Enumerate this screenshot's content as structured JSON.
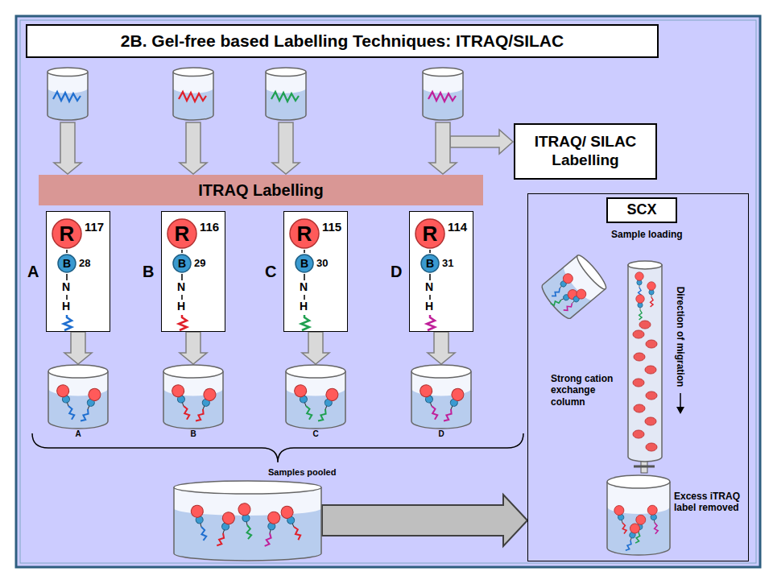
{
  "diagram": {
    "title": "2B. Gel-free based Labelling Techniques: ITRAQ/SILAC",
    "nodes": [
      {
        "text": [
          "ITRAQ/ SILAC Labelling"
        ]
      },
      {
        "text": [
          "ITRAQ Labelling"
        ]
      },
      {
        "text": [
          "SCX"
        ]
      },
      {
        "text": [
          "A"
        ]
      },
      {
        "text": [
          "R"
        ],
        "in": 3
      },
      {
        "text": [
          "B"
        ],
        "in": 3
      },
      {
        "text": [
          "B"
        ]
      },
      {
        "text": [
          "R"
        ],
        "in": 6
      },
      {
        "text": [
          "B"
        ],
        "in": 6
      },
      {
        "text": [
          "C"
        ]
      },
      {
        "text": [
          "R"
        ],
        "in": 9
      },
      {
        "text": [
          "B"
        ],
        "in": 9
      },
      {
        "text": [
          "D"
        ]
      },
      {
        "text": [
          "R"
        ],
        "in": 12
      },
      {
        "text": [
          "B"
        ],
        "in": 12
      },
      {
        "text": [
          "A"
        ]
      },
      {
        "text": [
          "B"
        ]
      },
      {
        "text": [
          "C"
        ]
      },
      {
        "text": [
          "D"
        ]
      },
      {
        "text": [
          "Samples pooled"
        ]
      },
      {
        "text": [
          "Sample loading"
        ],
        "in": 2
      },
      {
        "text": [
          "Strong cation exchange column"
        ],
        "in": 2
      },
      {
        "text": [
          "Excess iTRAQ label removed"
        ],
        "in": 2
      }
    ],
    "edges": [
      {
        "from": 3,
        "to": 15,
        "arrow": "to"
      },
      {
        "from": 6,
        "to": 16,
        "arrow": "to"
      },
      {
        "from": 9,
        "to": 17,
        "arrow": "to"
      },
      {
        "from": 12,
        "to": 18,
        "arrow": "to"
      },
      {
        "from": 19,
        "to": 2,
        "arrow": "to"
      }
    ],
    "labels": [
      "117",
      "28",
      "N",
      "H",
      "116",
      "29",
      "N",
      "H",
      "115",
      "30",
      "N",
      "H",
      "114",
      "31",
      "N",
      "H",
      "Direction of migration"
    ]
  }
}
